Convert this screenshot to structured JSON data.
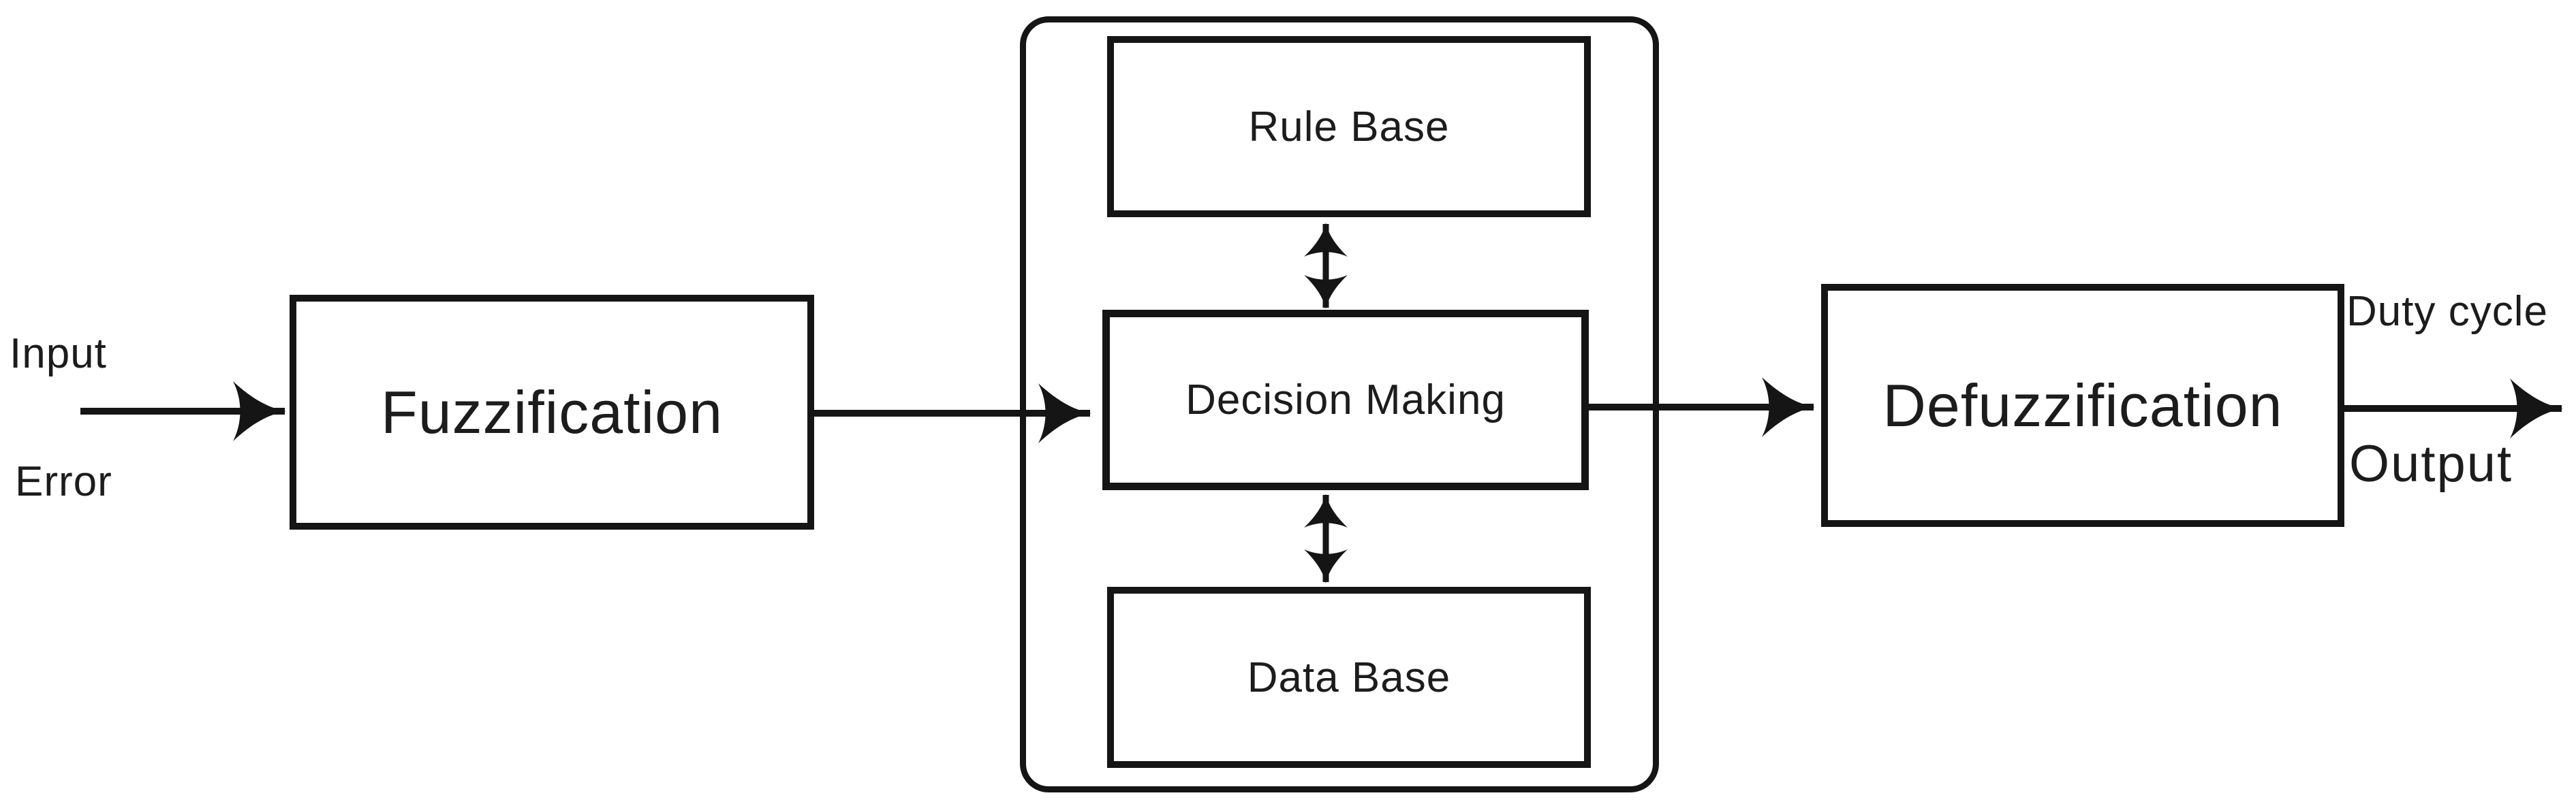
{
  "labels": {
    "input": "Input",
    "error": "Error",
    "duty_cycle": "Duty cycle",
    "output": "Output"
  },
  "boxes": {
    "fuzzification": "Fuzzification",
    "rule_base": "Rule Base",
    "decision_making": "Decision Making",
    "data_base": "Data Base",
    "defuzzification": "Defuzzification"
  },
  "connections": [
    {
      "from": "input-error",
      "to": "fuzzification",
      "type": "arrow"
    },
    {
      "from": "fuzzification",
      "to": "decision_making",
      "type": "arrow"
    },
    {
      "from": "rule_base",
      "to": "decision_making",
      "type": "bidirectional"
    },
    {
      "from": "decision_making",
      "to": "data_base",
      "type": "bidirectional"
    },
    {
      "from": "decision_making",
      "to": "defuzzification",
      "type": "arrow"
    },
    {
      "from": "defuzzification",
      "to": "duty-cycle-output",
      "type": "arrow"
    }
  ],
  "colors": {
    "stroke": "#151515",
    "background": "#ffffff",
    "text": "#1c1c1c"
  }
}
